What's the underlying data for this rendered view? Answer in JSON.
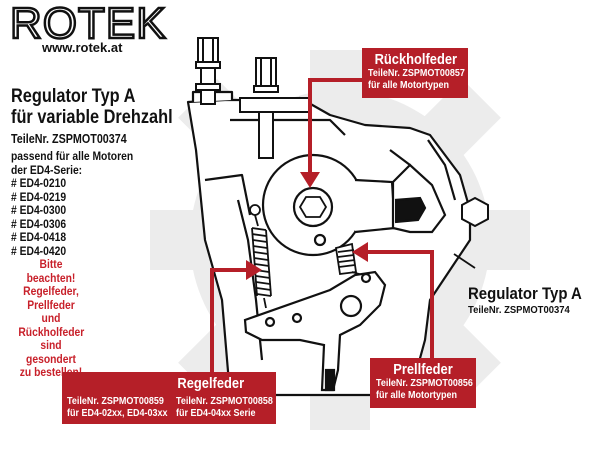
{
  "header": {
    "brand": "ROTEK",
    "url": "www.rotek.at"
  },
  "product": {
    "title_line1": "Regulator Typ A",
    "title_line2": "für variable Drehzahl",
    "part_number": "TeileNr. ZSPMOT00374",
    "fits_line1": "passend für alle Motoren",
    "fits_line2": "der ED4-Serie:",
    "models": [
      "# ED4-0210",
      "# ED4-0219",
      "# ED4-0300",
      "# ED4-0306",
      "# ED4-0418",
      "# ED4-0420"
    ]
  },
  "warning": {
    "lines": [
      "Bitte beachten!",
      "Regelfeder,",
      "Prellfeder und",
      "Rückholfeder",
      "sind gesondert",
      "zu bestellen!"
    ]
  },
  "callouts": {
    "rueckholfeder": {
      "title": "Rückholfeder",
      "line1": "TeileNr. ZSPMOT00857",
      "line2": "für alle Motortypen"
    },
    "prellfeder": {
      "title": "Prellfeder",
      "line1": "TeileNr. ZSPMOT00856",
      "line2": "für alle Motortypen"
    },
    "regelfeder": {
      "title": "Regelfeder",
      "a_line1": "TeileNr. ZSPMOT00859",
      "a_line2": "für ED4-02xx, ED4-03xx",
      "b_line1": "TeileNr. ZSPMOT00858",
      "b_line2": "für ED4-04xx Serie"
    },
    "regulator": {
      "title": "Regulator Typ A",
      "part": "TeileNr. ZSPMOT00374"
    }
  },
  "colors": {
    "accent_red": "#b51f28",
    "warning_red": "#c8202a",
    "line": "#111111",
    "watermark": "#e9e9e9"
  }
}
